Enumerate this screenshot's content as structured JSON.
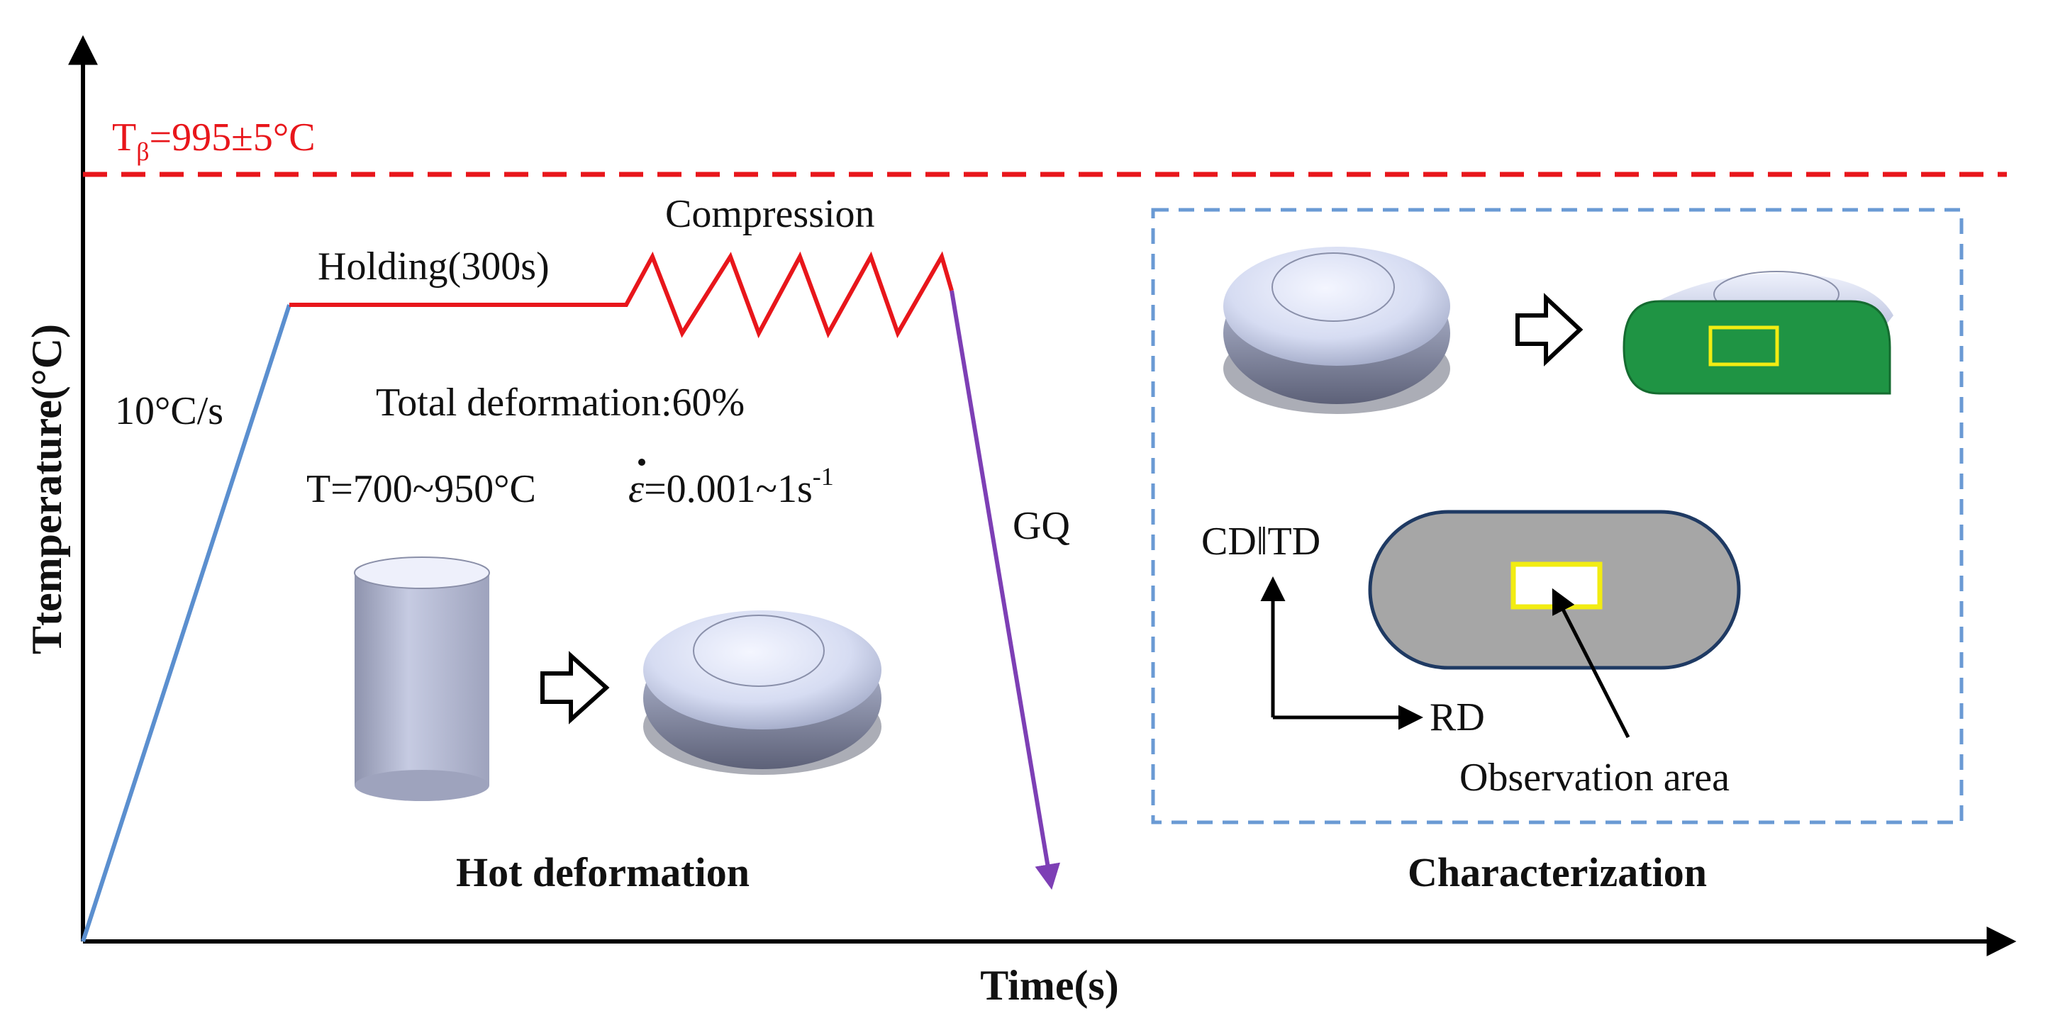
{
  "axes": {
    "y_label": "Ttemperature(°C)",
    "x_label": "Time(s)"
  },
  "beta_transus": {
    "symbol": "T",
    "subscript": "β",
    "value": "=995±5°C",
    "color": "#e8161b"
  },
  "stages": {
    "heating_rate": "10°C/s",
    "holding": "Holding(300s)",
    "compression": "Compression",
    "quench": "GQ"
  },
  "conditions": {
    "total_deformation": "Total deformation:60%",
    "temperature_range": "T=700~950°C",
    "strain_rate_symbol": "ε",
    "strain_rate_value": "=0.001~1s",
    "strain_rate_exponent": "-1"
  },
  "panels": {
    "hot_deformation": "Hot deformation",
    "characterization": "Characterization"
  },
  "directions": {
    "vertical": "CD‖TD",
    "horizontal": "RD"
  },
  "observation": {
    "label": "Observation area"
  },
  "colors": {
    "heating_line": "#5b8fcf",
    "holding_line": "#e8161b",
    "quench_line": "#7d3fb5",
    "dashed_box": "#6a9ad4",
    "cut_face": "#1f9444",
    "highlight": "#f2ec12",
    "section_fill": "#a6a6a6",
    "section_border": "#1f3a63"
  }
}
